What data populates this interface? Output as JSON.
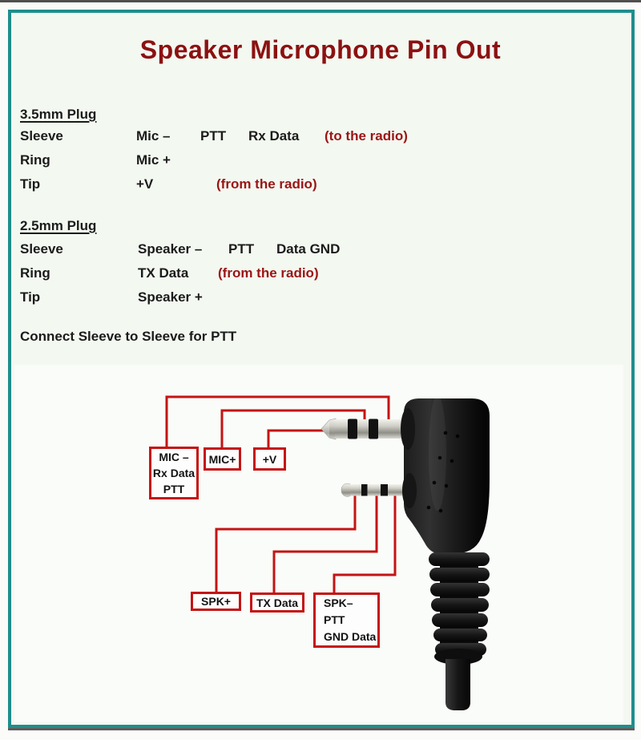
{
  "title": "Speaker Microphone Pin Out",
  "colors": {
    "frame_border": "#1e8e8c",
    "title_text": "#8c1111",
    "annotation_red": "#9b1414",
    "wire_red": "#c41414",
    "text_black": "#1b1b1b"
  },
  "pinout_3_5mm": {
    "heading": "3.5mm Plug",
    "rows": {
      "sleeve": {
        "label": "Sleeve",
        "value": "Mic –",
        "extra1": "PTT",
        "extra2": "Rx Data",
        "note": "(to the radio)"
      },
      "ring": {
        "label": "Ring",
        "value": "Mic +"
      },
      "tip": {
        "label": "Tip",
        "value": "+V",
        "note": "(from the radio)"
      }
    }
  },
  "pinout_2_5mm": {
    "heading": "2.5mm Plug",
    "rows": {
      "sleeve": {
        "label": "Sleeve",
        "value": "Speaker –",
        "extra1": "PTT",
        "extra2": "Data GND"
      },
      "ring": {
        "label": "Ring",
        "value": "TX Data",
        "note": "(from the radio)"
      },
      "tip": {
        "label": "Tip",
        "value": "Speaker +"
      }
    }
  },
  "footnote": "Connect Sleeve to Sleeve for PTT",
  "diagram": {
    "boxes": {
      "mic_neg": {
        "line1": "MIC –",
        "line2": "Rx Data",
        "line3": "PTT"
      },
      "mic_pos": {
        "line1": "MIC+"
      },
      "v_plus": {
        "line1": "+V"
      },
      "spk_pos": {
        "line1": "SPK+"
      },
      "tx_data": {
        "line1": "TX Data"
      },
      "spk_neg": {
        "line1": "SPK–",
        "line2": "PTT",
        "line3": "GND Data"
      }
    }
  }
}
